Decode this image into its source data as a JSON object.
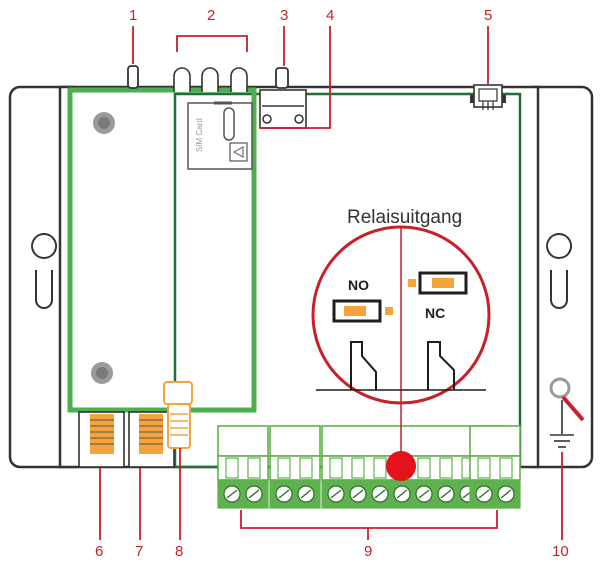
{
  "callouts": [
    "1",
    "2",
    "3",
    "4",
    "5",
    "6",
    "7",
    "8",
    "9",
    "10"
  ],
  "sim_label": "SIM Card",
  "relay": {
    "title": "Relaisuitgang",
    "no_label": "NO",
    "nc_label": "NC"
  },
  "colors": {
    "accent_red": "#c8202a",
    "module_green": "#4caf50",
    "pcb_dark_green": "#1f6f3a",
    "terminal_green": "#5fb04e",
    "jumper_orange": "#f5a33a",
    "housing_outline": "#333333"
  },
  "icons": [
    "ground-icon",
    "ring-terminal-icon",
    "mini-usb-icon",
    "keyhole-slot-icon"
  ]
}
